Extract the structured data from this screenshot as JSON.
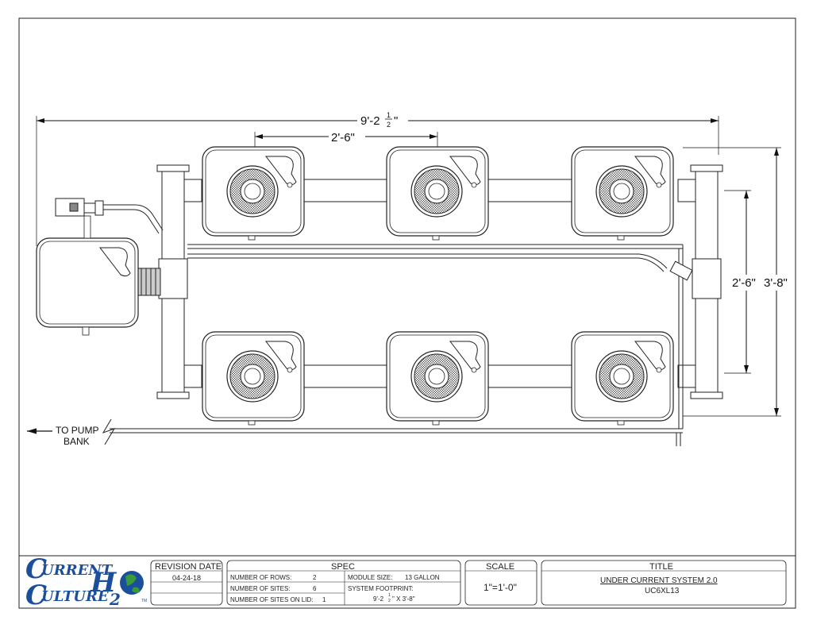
{
  "dimensions": {
    "overall_length_whole": "9'-2",
    "overall_length_frac_num": "1",
    "overall_length_frac_den": "2",
    "overall_length_inch": "\"",
    "module_spacing": "2'-6\"",
    "row_spacing": "2'-6\"",
    "overall_width": "3'-8\""
  },
  "labels": {
    "pump_line1": "TO PUMP",
    "pump_line2": "BANK"
  },
  "logo": {
    "word1": "URRENT",
    "word2": "ULTURE",
    "h": "H",
    "two": "2",
    "tm": "TM"
  },
  "title_block": {
    "revision_header": "REVISION DATE",
    "revision_date": "04-24-18",
    "spec_header": "SPEC",
    "rows_label": "NUMBER OF ROWS:",
    "rows_value": "2",
    "sites_label": "NUMBER OF SITES:",
    "sites_value": "6",
    "lid_label": "NUMBER OF SITES ON LID:",
    "lid_value": "1",
    "module_label": "MODULE SIZE:",
    "module_value": "13 GALLON",
    "footprint_label": "SYSTEM FOOTPRINT:",
    "footprint_a": "9'-2",
    "footprint_num": "1",
    "footprint_den": "2",
    "footprint_b": "\" X 3'-8\"",
    "scale_header": "SCALE",
    "scale_value": "1\"=1'-0\"",
    "title_header": "TITLE",
    "title_value": "UNDER CURRENT SYSTEM 2.0",
    "model_value": "UC6XL13"
  },
  "colors": {
    "line": "#222222",
    "logo_blue": "#1b4f9c",
    "globe_green": "#3a9b3a"
  }
}
